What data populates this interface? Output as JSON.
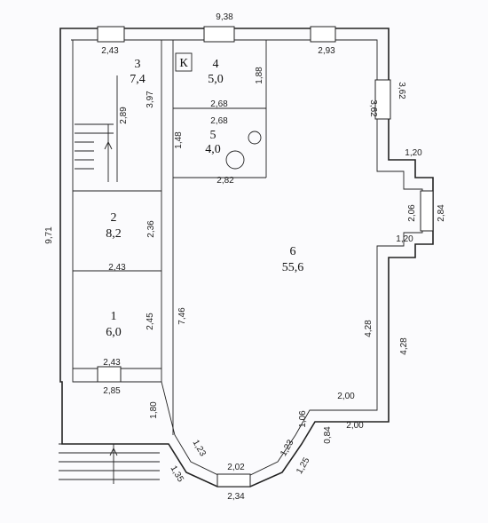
{
  "rooms": [
    {
      "number": "3",
      "area": "7,4"
    },
    {
      "number": "4",
      "area": "5,0"
    },
    {
      "number": "5",
      "area": "4,0"
    },
    {
      "number": "2",
      "area": "8,2"
    },
    {
      "number": "6",
      "area": "55,6"
    },
    {
      "number": "1",
      "area": "6,0"
    }
  ],
  "kitchen_mark": "К",
  "dimensions": {
    "top_total": "9,38",
    "room3_width": "2,43",
    "top_right": "2,93",
    "right_upper_a": "3,62",
    "right_upper_b": "3,62",
    "bay_top": "1,20",
    "bay_inner": "2,06",
    "bay_outer": "2,84",
    "bay_bottom": "1,20",
    "right_lower_a": "4,28",
    "right_lower_b": "4,28",
    "diag_a": "2,00",
    "diag_b": "2,00",
    "corner_a": "1,06",
    "corner_b": "0,84",
    "room3_height": "3,97",
    "stair_height": "2,89",
    "room4_height": "1,88",
    "room4_width": "2,68",
    "room5_top": "2,68",
    "room5_height": "1,48",
    "room5_width": "2,82",
    "left_total": "9,71",
    "room2_height": "2,36",
    "room1_top": "2,43",
    "room1_height": "2,45",
    "hall_height": "7,46",
    "room1_bottom": "2,43",
    "entry_width": "2,85",
    "entry_height": "1,80",
    "bay_left": "1,23",
    "bay_left_b": "1,35",
    "bay_front": "2,02",
    "bay_right": "1,23",
    "bay_right_b": "1,25",
    "bottom_total": "2,34"
  }
}
